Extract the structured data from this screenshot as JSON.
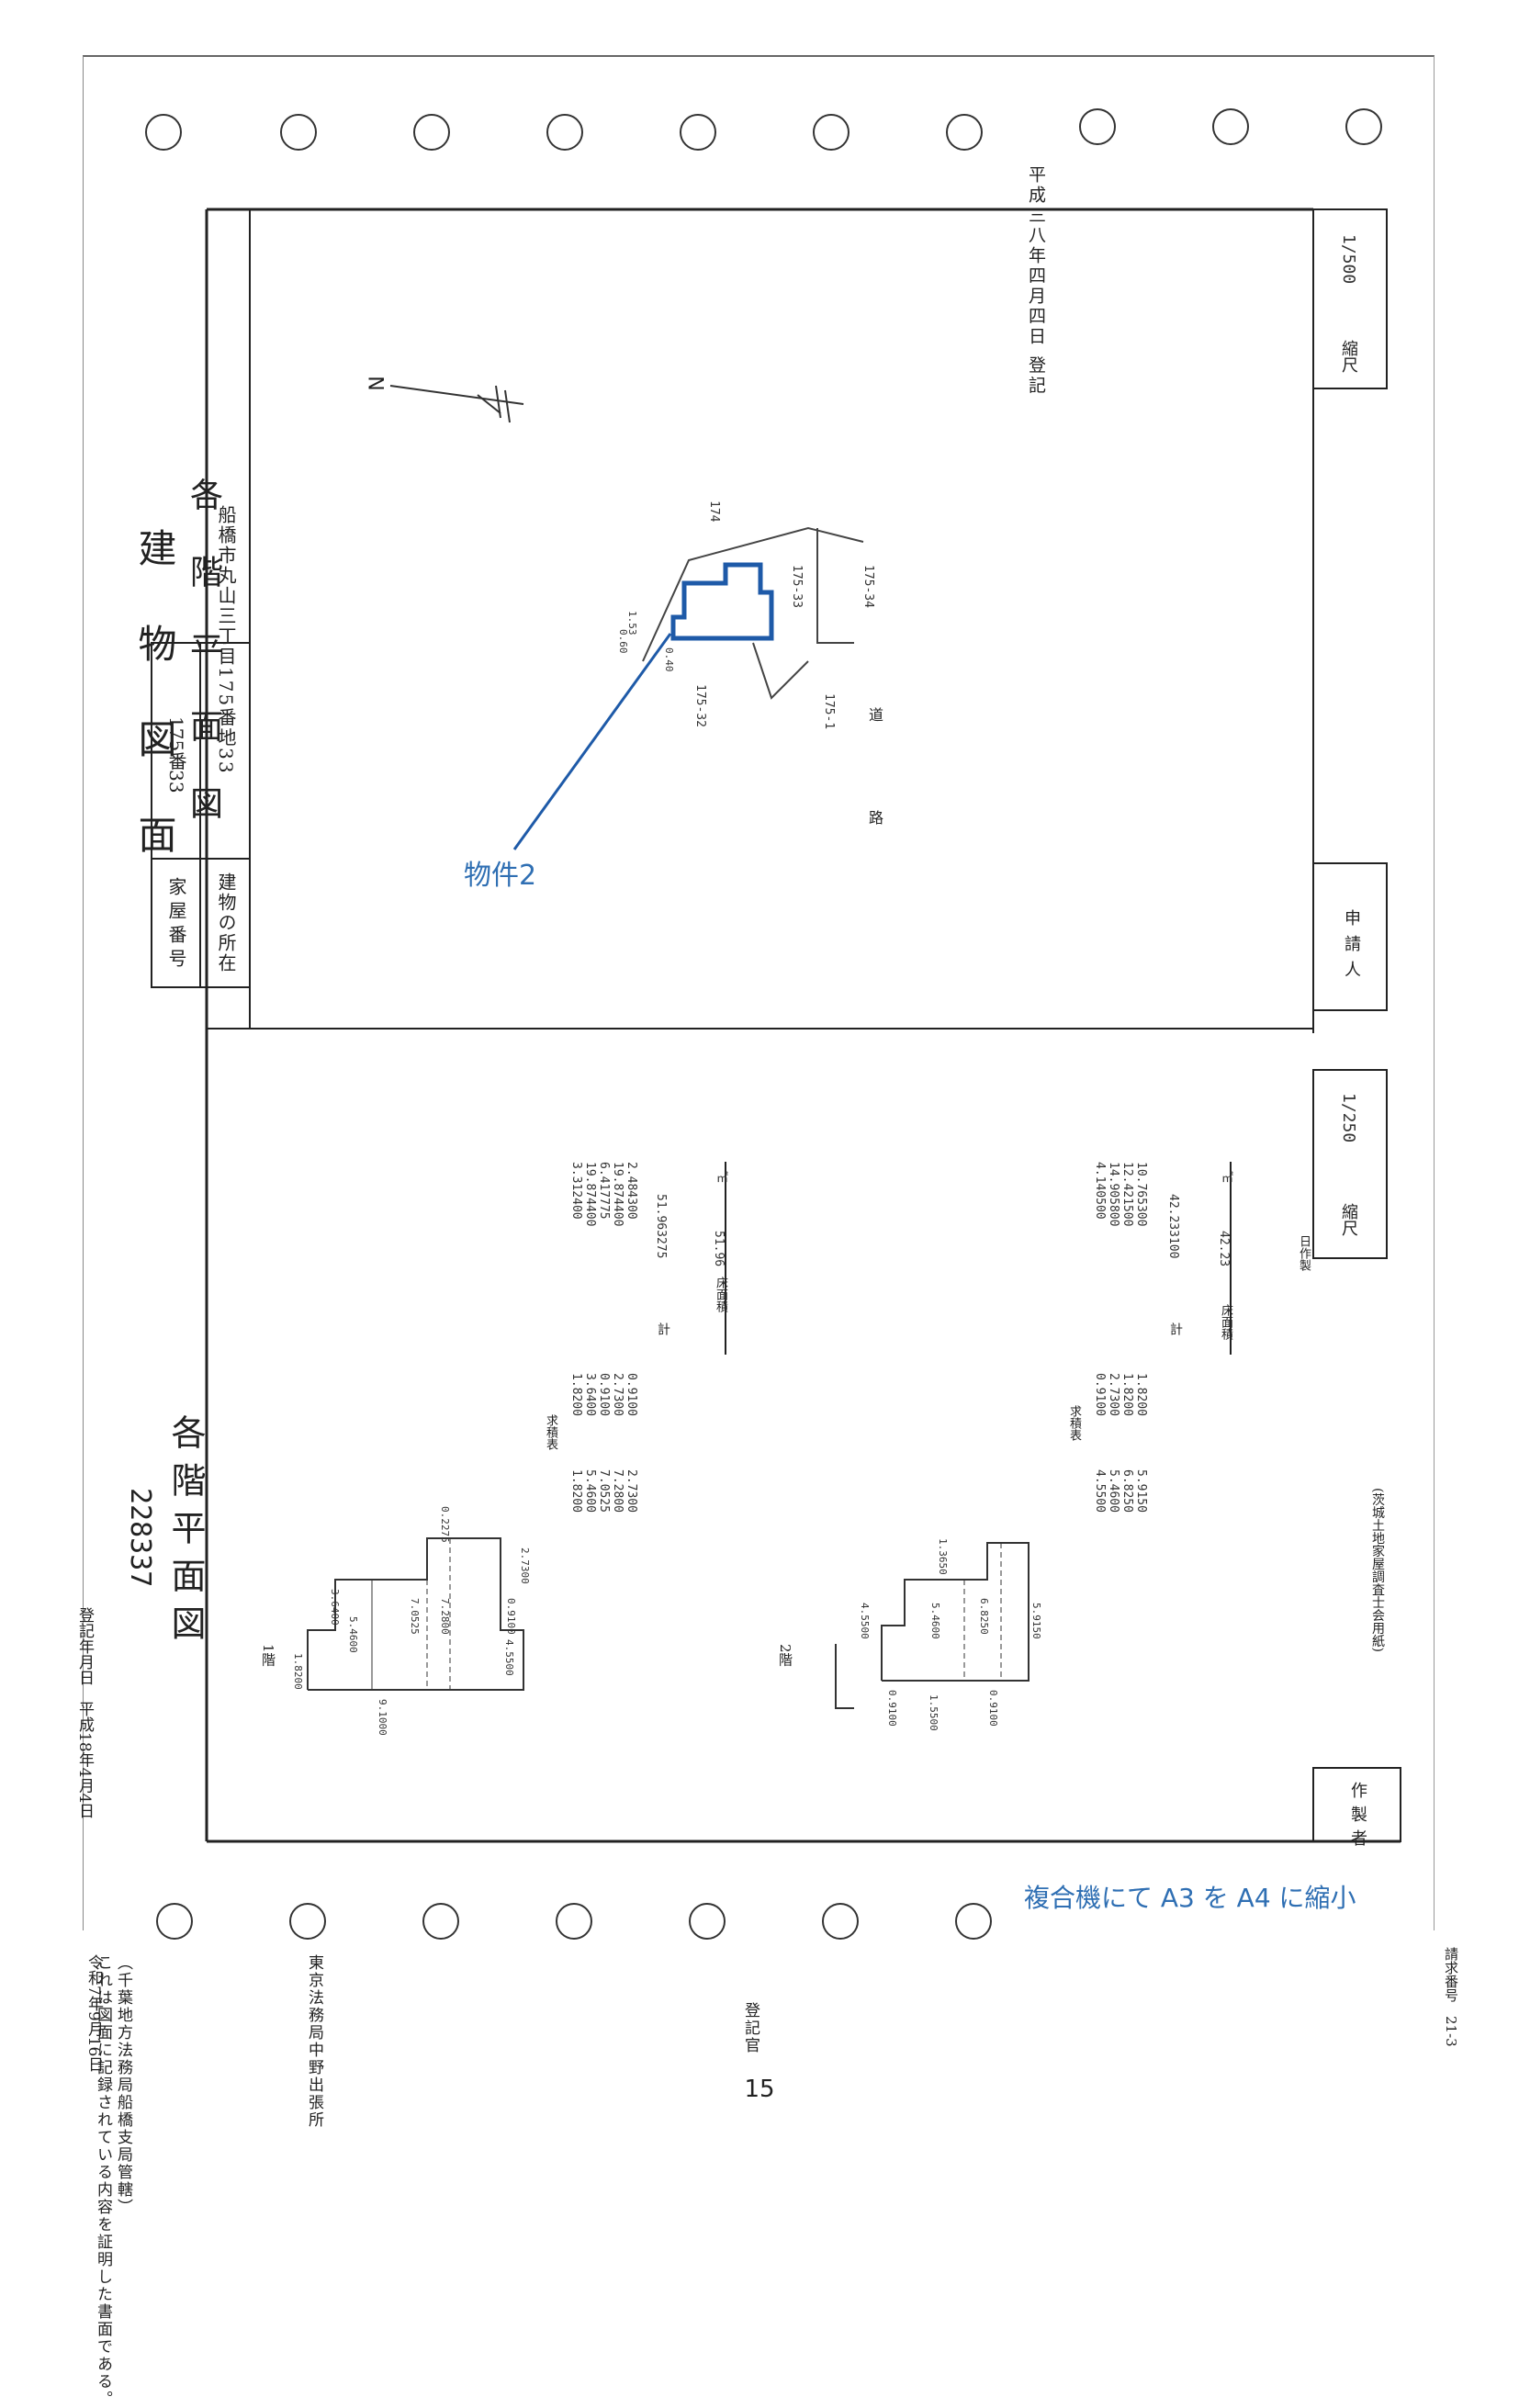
{
  "doc": {
    "registration_date": "平成三八年四月四日 登記",
    "title_line1": "建　物　図　面",
    "title_line2": "各　階　平　面　図",
    "house_number_label": "家屋番号",
    "house_number_value": "175番33",
    "location_label": "建物の所在",
    "location_value": "船橋市丸山三丁目175番地33",
    "scale_label": "縮尺",
    "scale_top": "1/500",
    "scale_bottom": "1/250",
    "applicant_label": "申請人",
    "maker_label": "作製者",
    "floor_plan_title": "各階平面図",
    "drawing_number": "228337",
    "floor1_label": "1階",
    "floor2_label": "2階",
    "calc_label": "求積表",
    "floor1_total": "51.963275",
    "floor1_area": "51.96",
    "floor2_total": "42.233100",
    "floor2_area": "42.23",
    "area_unit": "㎡",
    "total_label": "計",
    "floor_area_label": "床面積",
    "association": "(茨城土地家屋調査士会用紙)",
    "date_made": "日作製",
    "left_note": "登記年月日　平成18年4月4日",
    "cert_text_1": "これは図面に記録されている内容を証明した書面である。",
    "cert_text_2": "（千葉地方法務局船橋支局管轄）",
    "cert_date": "令和7年9月16日",
    "cert_office": "東京法務局中野出張所",
    "registrar": "登記官",
    "request_number": "請求番号　21-3",
    "page_number": "15",
    "north": "N"
  },
  "site_labels": {
    "lot_174": "174",
    "lot_175_33": "175-33",
    "lot_175_34": "175-34",
    "lot_175_32": "175-32",
    "lot_175_1": "175-1",
    "road": "道　路",
    "dim_a": "1.53",
    "dim_b": "0.60",
    "dim_c": "0.40"
  },
  "annotations": {
    "property_label": "物件2",
    "copy_note": "複合機にて A3 を A4 に縮小",
    "accent_color": "#2f6fb3"
  },
  "floor1_calc": [
    {
      "a": "1.8200",
      "b": "1.8200",
      "r": "3.312400"
    },
    {
      "a": "5.4600",
      "b": "3.6400",
      "r": "19.874400"
    },
    {
      "a": "7.0525",
      "b": "0.9100",
      "r": "6.417775"
    },
    {
      "a": "7.2800",
      "b": "2.7300",
      "r": "19.874400"
    },
    {
      "a": "2.7300",
      "b": "0.9100",
      "r": "2.484300"
    }
  ],
  "floor2_calc": [
    {
      "a": "4.5500",
      "b": "0.9100",
      "r": "4.140500"
    },
    {
      "a": "5.4600",
      "b": "2.7300",
      "r": "14.905800"
    },
    {
      "a": "6.8250",
      "b": "1.8200",
      "r": "12.421500"
    },
    {
      "a": "5.9150",
      "b": "1.8200",
      "r": "10.765300"
    }
  ],
  "floor1_dims": [
    "1.8200",
    "9.1000",
    "3.6400",
    "5.4600",
    "7.2800",
    "7.0525",
    "0.2275",
    "2.7300",
    "4.5500",
    "0.9100"
  ],
  "floor2_dims": [
    "4.5500",
    "0.9100",
    "1.5500",
    "5.4600",
    "6.8250",
    "1.3650",
    "0.9100",
    "5.9150"
  ]
}
